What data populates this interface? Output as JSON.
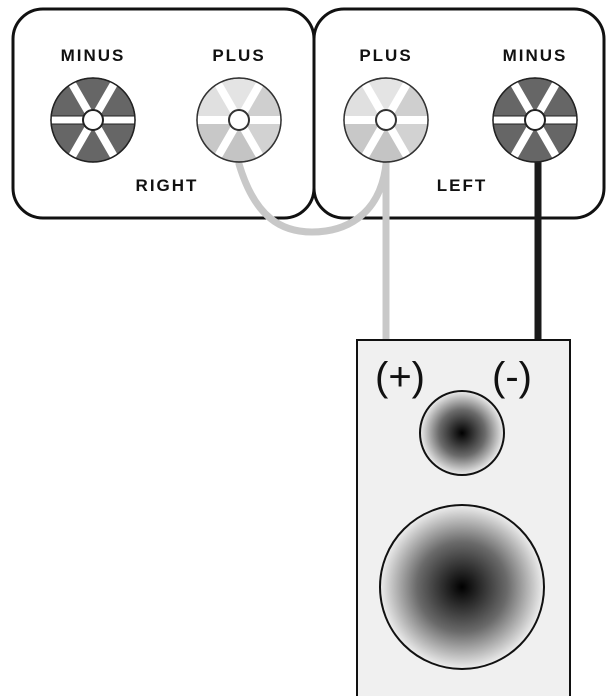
{
  "amp_panels": {
    "right": {
      "label": "RIGHT",
      "minus_label": "MINUS",
      "plus_label": "PLUS"
    },
    "left": {
      "label": "LEFT",
      "plus_label": "PLUS",
      "minus_label": "MINUS"
    }
  },
  "speaker": {
    "plus_label": "(+)",
    "minus_label": "(-)"
  },
  "colors": {
    "minus_terminal": "#666666",
    "plus_terminal": "#cfcfcf",
    "positive_wire": "#c8c8c8",
    "negative_wire": "#1a1a1a",
    "speaker_cabinet": "#f0f0f0"
  },
  "icons": {
    "terminal": "binding-post-icon",
    "tweeter": "tweeter-icon",
    "woofer": "woofer-icon"
  }
}
